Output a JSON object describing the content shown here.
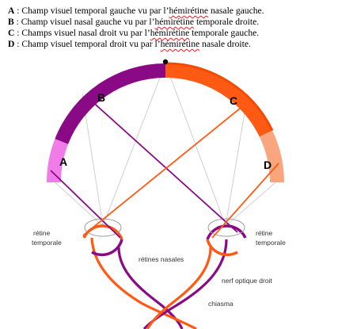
{
  "legend": [
    {
      "key": "A",
      "sep": " : ",
      "pre": "Champ visuel temporal gauche vu par l’",
      "term": "hémirétine",
      "post": " nasale gauche."
    },
    {
      "key": "B",
      "sep": " : ",
      "pre": "Champ visuel nasal gauche vu par l’",
      "term": "hémirétine",
      "post": " temporale droite."
    },
    {
      "key": "C",
      "sep": " : ",
      "pre": "Champs visuel nasal droit vu par l’",
      "term": "hémirétine",
      "post": " temporale gauche."
    },
    {
      "key": "D",
      "sep": " : ",
      "pre": "Champ visuel temporal droit vu par l’",
      "term": "hémirétine",
      "post": " nasale droite."
    }
  ],
  "arc_labels": {
    "a": "A",
    "b": "B",
    "c": "C",
    "d": "D"
  },
  "anatomy": {
    "retine_left_1": "rétine",
    "retine_left_2": "temporale",
    "retine_right_1": "rétine",
    "retine_right_2": "temporale",
    "retines_nasales": "rétines nasales",
    "nerf_optique": "nerf optique droit",
    "chiasma": "chiasma"
  },
  "colors": {
    "purple": "#8a0a86",
    "pink": "#f07ce8",
    "orange": "#ff5a14",
    "light_orange": "#f9a67f",
    "red_orange": "#f24a00"
  }
}
